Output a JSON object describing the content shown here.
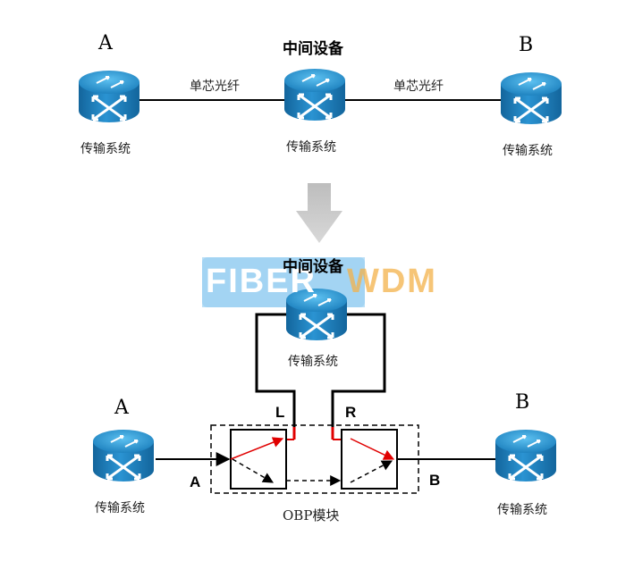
{
  "top": {
    "node_a_label": "A",
    "node_b_label": "B",
    "middle_title": "中间设备",
    "fiber_left": "单芯光纤",
    "fiber_right": "单芯光纤",
    "sys_a": "传输系统",
    "sys_mid": "传输系统",
    "sys_b": "传输系统"
  },
  "bottom": {
    "middle_title": "中间设备",
    "sys_mid": "传输系统",
    "node_a_label": "A",
    "node_b_label": "B",
    "sys_a": "传输系统",
    "sys_b": "传输系统",
    "port_a": "A",
    "port_b": "B",
    "port_l": "L",
    "port_r": "R",
    "module_label": "OBP模块"
  },
  "watermark": {
    "part1": "FIBER",
    "part2": "WDM",
    "color1": "#2f9be0",
    "color2": "#f2a21e"
  },
  "colors": {
    "device_top": "#2a8fc9",
    "device_body": "#1c78b4",
    "red_line": "#e00000",
    "arrow_gray": "#c8c8c8"
  },
  "icons": {
    "device": "router-switch-icon",
    "down_arrow": "down-arrow-icon"
  }
}
